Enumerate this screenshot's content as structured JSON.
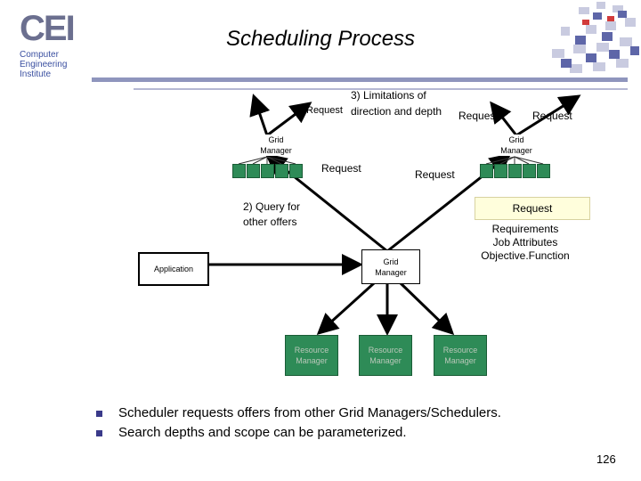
{
  "logo": {
    "main": "CEI",
    "line1": "Computer",
    "line2": "Engineering",
    "line3": "Institute"
  },
  "title": "Scheduling Process",
  "diagram": {
    "limitations_line1": "3) Limitations of",
    "limitations_line2": "direction and depth",
    "request": "Request",
    "query_line1": "2) Query for",
    "query_line2": "other offers",
    "grid_manager_line1": "Grid",
    "grid_manager_line2": "Manager",
    "application": "Application",
    "resource_manager_line1": "Resource",
    "resource_manager_line2": "Manager",
    "req_box": {
      "title": "Request",
      "line1": "Requirements",
      "line2": "Job Attributes",
      "line3": "Objective.Function"
    }
  },
  "bullets": [
    "Scheduler requests offers from other Grid Managers/Schedulers.",
    "Search depths and scope can be parameterized."
  ],
  "page_number": "126",
  "colors": {
    "accent": "#3a4fa0",
    "box_green": "#2e8b57",
    "rule": "#8f95bd"
  }
}
